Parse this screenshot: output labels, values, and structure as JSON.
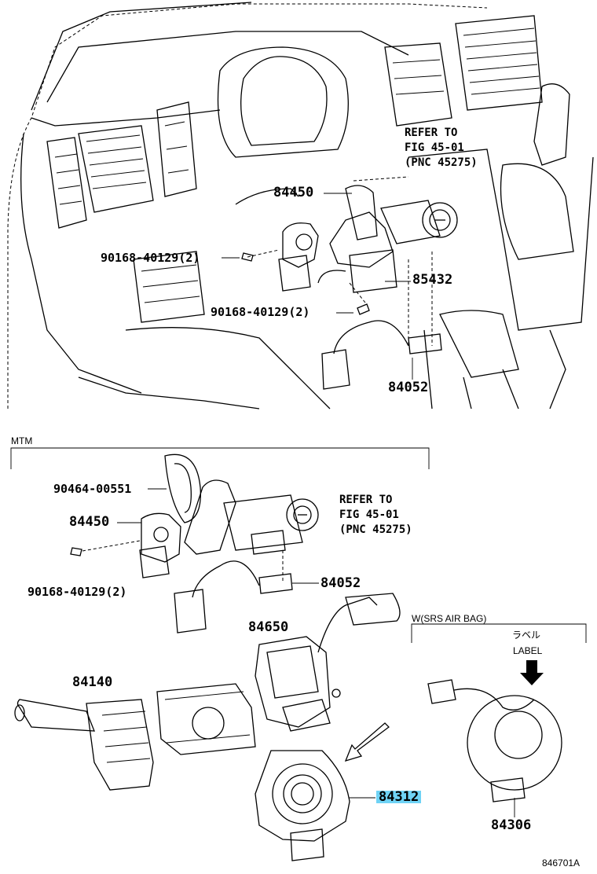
{
  "top_view": {
    "refer_line1": "REFER TO",
    "refer_line2": "FIG 45-01",
    "refer_line3": "(PNC 45275)",
    "part_84450": "84450",
    "screw_a": "90168-40129(2)",
    "screw_b": "90168-40129(2)",
    "part_85432": "85432",
    "part_84052": "84052"
  },
  "mtm_section": {
    "title": "MTM",
    "part_ring": "90464-00551",
    "part_84450": "84450",
    "screw": "90168-40129(2)",
    "refer_line1": "REFER TO",
    "refer_line2": "FIG 45-01",
    "refer_line3": "(PNC 45275)",
    "part_84052": "84052"
  },
  "bottom": {
    "part_84650": "84650",
    "part_84140": "84140",
    "part_84312": "84312",
    "srs_title": "W(SRS AIR BAG)",
    "label_jp": "ラベル",
    "label_en": "LABEL",
    "part_84306": "84306"
  },
  "figure_id": "846701A",
  "colors": {
    "highlight": "#6fd3f5",
    "line": "#000000"
  }
}
